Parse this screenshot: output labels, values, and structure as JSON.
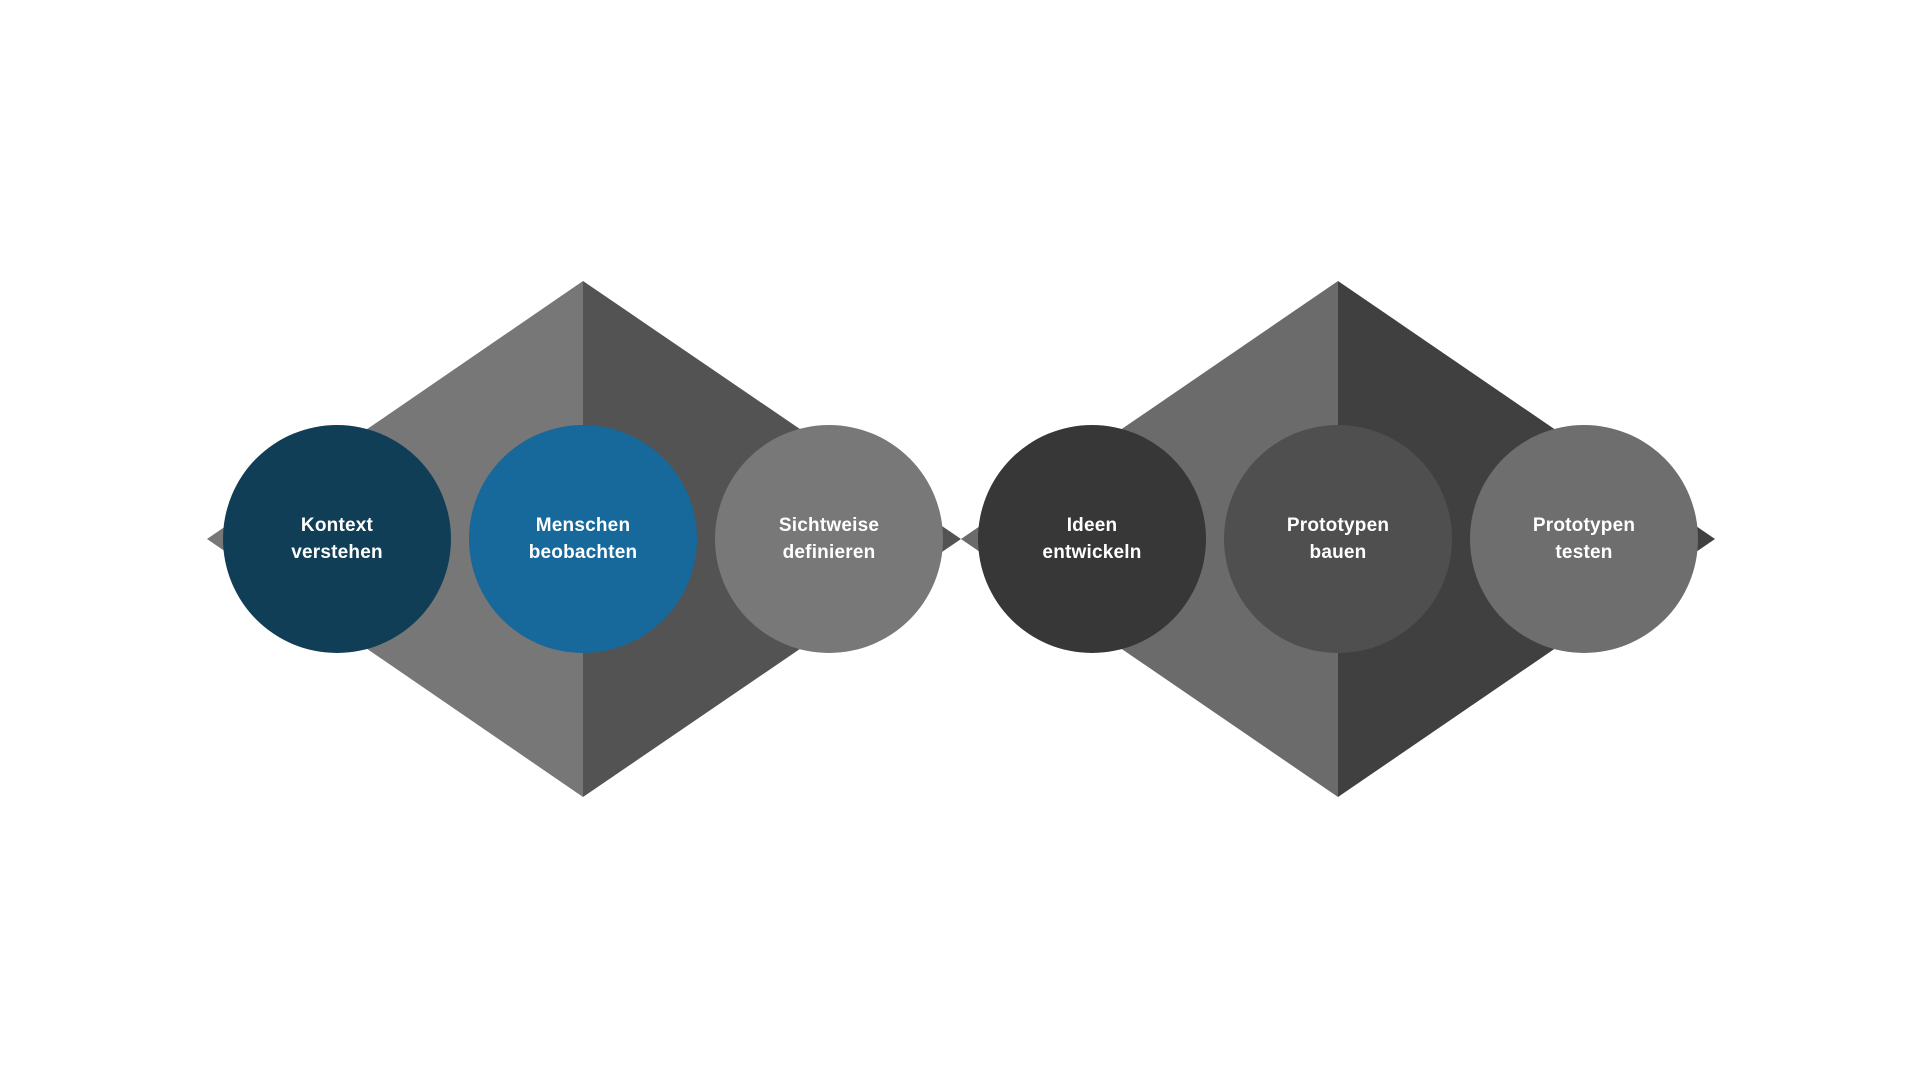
{
  "diagram": {
    "kind": "design-thinking-double-diamond",
    "background_color": "#FFFFFF",
    "text_color": "#FFFFFF",
    "phases": [
      {
        "id": "kontext-verstehen",
        "label": "Kontext\nverstehen",
        "color": "#113E57"
      },
      {
        "id": "menschen-beobachten",
        "label": "Menschen\nbeobachten",
        "color": "#17689B"
      },
      {
        "id": "sichtweise-definieren",
        "label": "Sichtweise\ndefinieren",
        "color": "#787878"
      },
      {
        "id": "ideen-entwickeln",
        "label": "Ideen\nentwickeln",
        "color": "#373737"
      },
      {
        "id": "prototypen-bauen",
        "label": "Prototypen\nbauen",
        "color": "#4F4F4F"
      },
      {
        "id": "prototypen-testen",
        "label": "Prototypen\ntesten",
        "color": "#6E6E6E"
      }
    ],
    "diamonds": [
      {
        "id": "diamond-understand-define",
        "left_face_color": "#777777",
        "right_face_color": "#535353"
      },
      {
        "id": "diamond-develop-deliver",
        "left_face_color": "#6B6B6B",
        "right_face_color": "#404040"
      }
    ]
  }
}
